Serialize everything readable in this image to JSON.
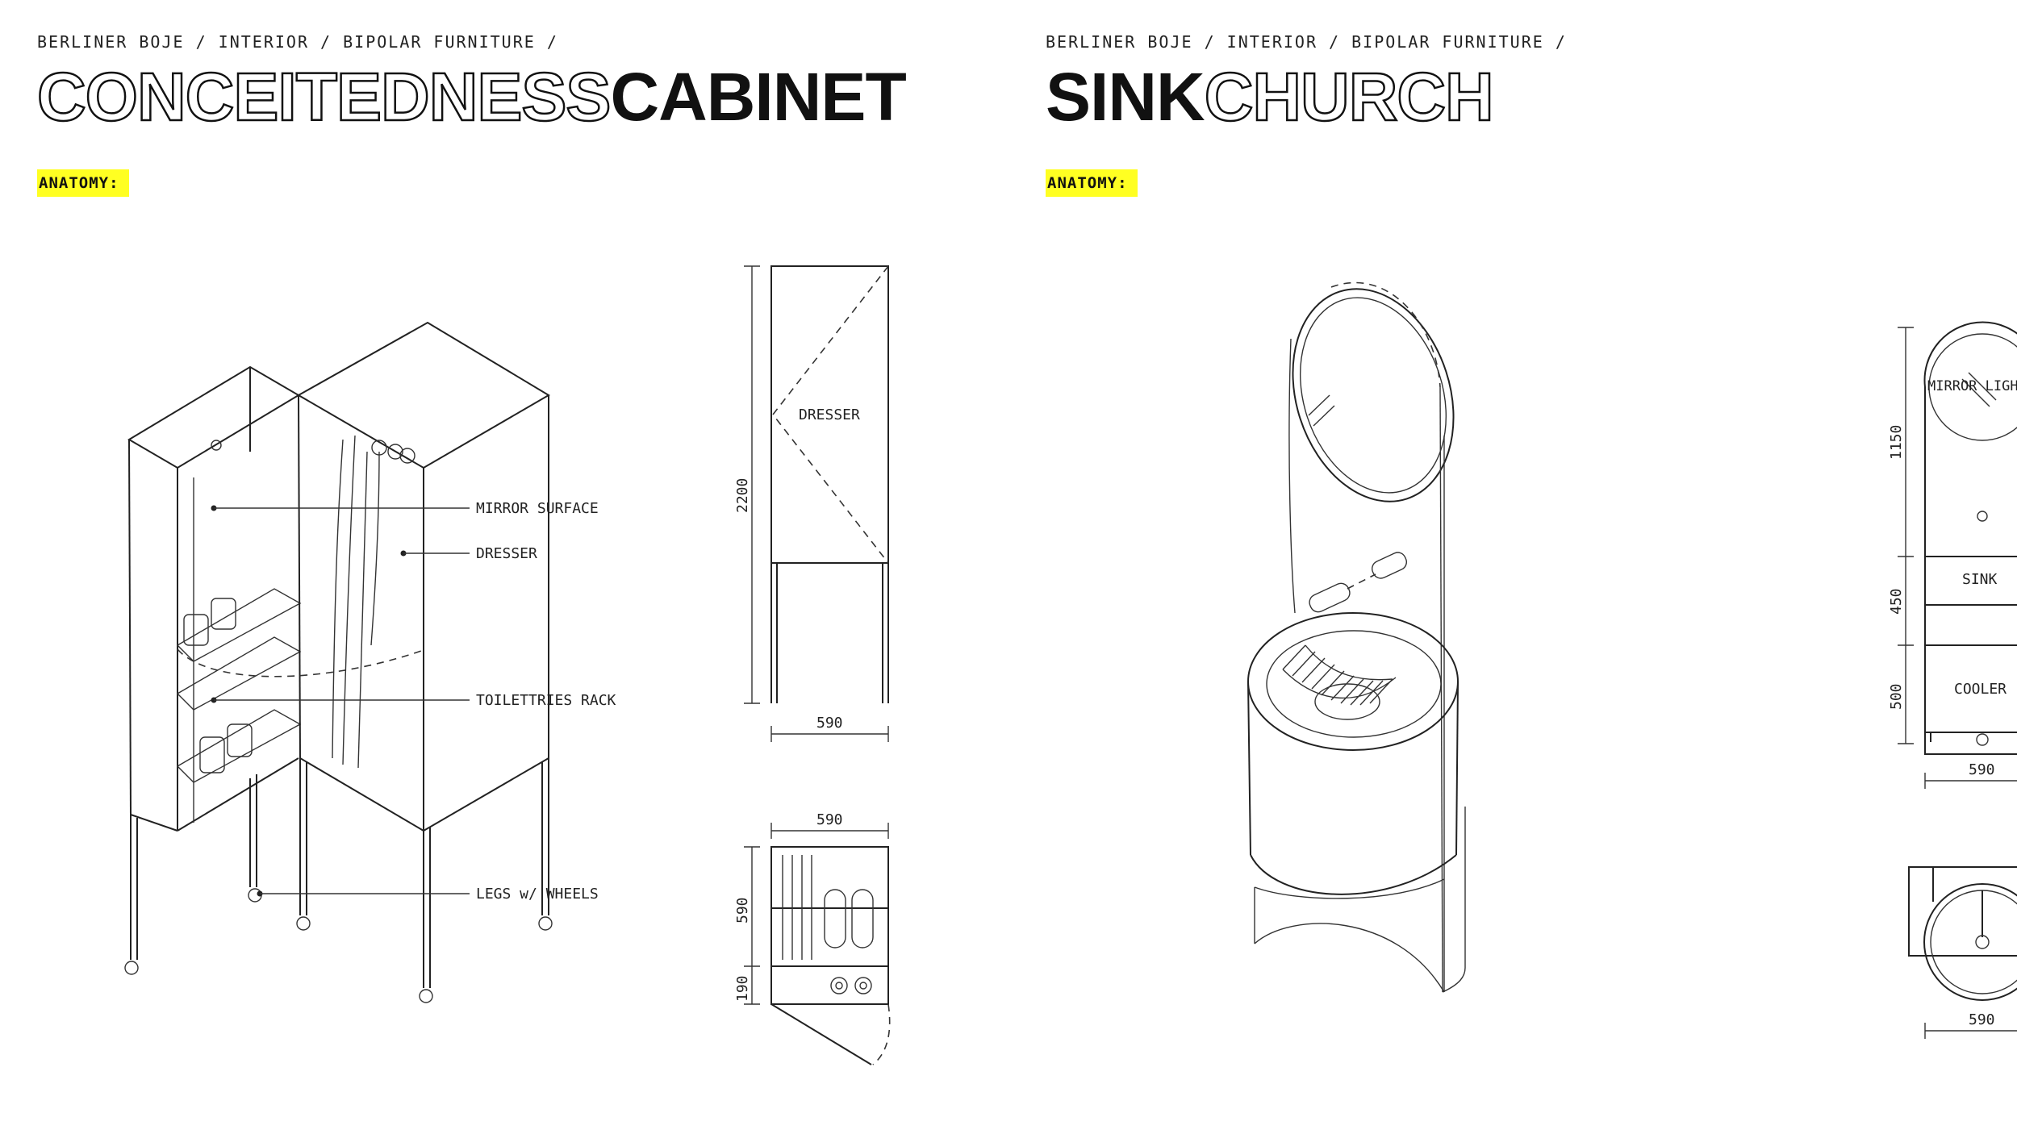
{
  "left": {
    "breadcrumb": "BERLINER BOJE / INTERIOR / BIPOLAR FURNITURE /",
    "title_outline": "CONCEITEDNESS",
    "title_solid": "CABINET",
    "tag": "ANATOMY:",
    "callouts": {
      "mirror_surface": "MIRROR SURFACE",
      "dresser": "DRESSER",
      "toiletries_rack": "TOILETTRIES RACK",
      "legs_wheels": "LEGS w/ WHEELS"
    },
    "elevation": {
      "label": "DRESSER",
      "height": "2200",
      "width": "590"
    },
    "plan": {
      "width": "590",
      "depth_upper": "590",
      "depth_lower": "190"
    }
  },
  "right": {
    "breadcrumb": "BERLINER BOJE / INTERIOR / BIPOLAR FURNITURE /",
    "title_solid": "SINK",
    "title_outline": "CHURCH",
    "tag": "ANATOMY:",
    "elevation": {
      "mirror_light": "MIRROR LIGHT",
      "sink": "SINK",
      "cooler": "COOLER",
      "h_top": "1150",
      "h_mid": "450",
      "h_bot": "500",
      "width": "590"
    },
    "plan": {
      "width": "590"
    }
  },
  "colors": {
    "highlight": "#ffff22",
    "ink": "#111111"
  }
}
